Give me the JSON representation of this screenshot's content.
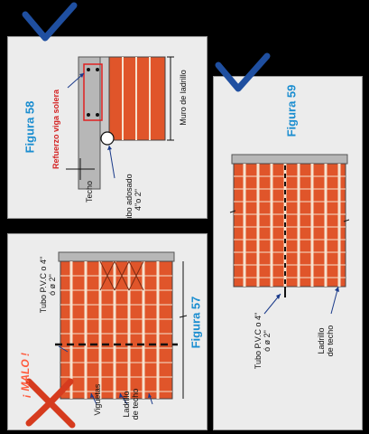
{
  "figure58": {
    "title": "Figura 58",
    "labels": {
      "muro": "Muro de ladrillo",
      "refuerzo_line1": "Refuerzo viga",
      "refuerzo_line2": "solera",
      "tubo_line1": "Tubo adosado",
      "tubo_line2": "4\"o 2\"",
      "techo": "Techo"
    }
  },
  "figure57": {
    "title": "Figura 57",
    "warning": "¡ MALO !",
    "labels": {
      "tubo_line1": "Tubo P.V.C o 4\"",
      "tubo_line2": "ó ø 2\"",
      "viguetas": "Viguetas",
      "ladrillo_line1": "Ladrillo",
      "ladrillo_line2": "de techo"
    }
  },
  "figure59": {
    "title": "Figura 59",
    "labels": {
      "tubo_line1": "Tubo P.V.C o 4\"",
      "tubo_line2": "ó ø 2\"",
      "ladrillo_line1": "Ladrillo",
      "ladrillo_line2": "de techo"
    }
  },
  "colors": {
    "brick": "#e0552a",
    "mortar": "#f6e2cf",
    "figure_title": "#1a8dd0",
    "red_label": "#d42222",
    "checkmark": "#1f4fa0",
    "bad_x": "#d63b1e"
  },
  "icons": [
    "checkmark-icon",
    "checkmark-icon",
    "x-cross-icon"
  ]
}
